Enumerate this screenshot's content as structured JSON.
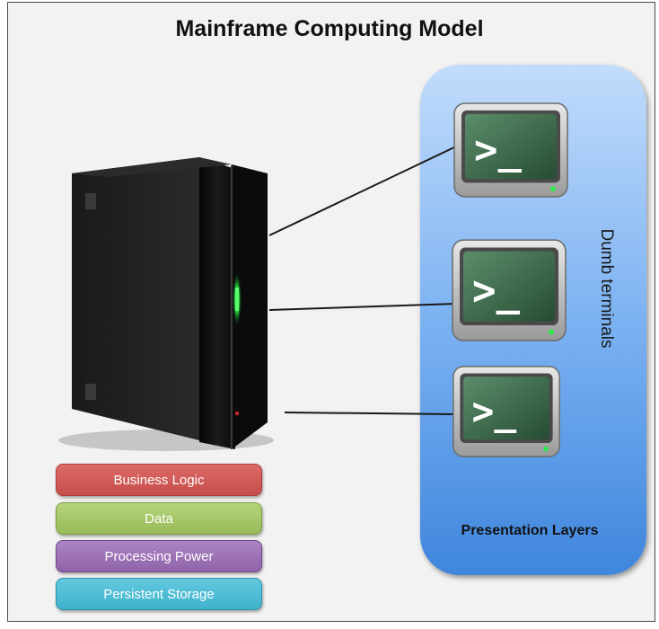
{
  "title": "Mainframe Computing Model",
  "panel": {
    "vertical_label": "Dumb terminals",
    "caption": "Presentation Layers"
  },
  "terminals": [
    {
      "prompt": ">_"
    },
    {
      "prompt": ">_"
    },
    {
      "prompt": ">_"
    }
  ],
  "layers": [
    {
      "label": "Business Logic",
      "color": "#d35a57"
    },
    {
      "label": "Data",
      "color": "#a8c96b"
    },
    {
      "label": "Processing Power",
      "color": "#9b6fb6"
    },
    {
      "label": "Persistent Storage",
      "color": "#4cbcd6"
    }
  ],
  "colors": {
    "panel": "#7cb2f2",
    "screen": "#3d6a4c",
    "led": "#2ee84a"
  }
}
